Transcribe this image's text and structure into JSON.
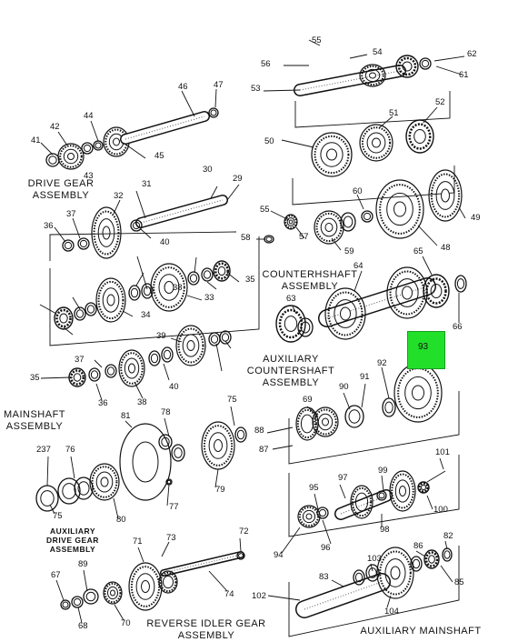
{
  "highlight": {
    "label": "93",
    "color": "#22e02a"
  },
  "captions": {
    "drive_gear": [
      "DRIVE GEAR",
      "ASSEMBLY"
    ],
    "countershaft": [
      "COUNTERHSHAFT",
      "ASSEMBLY"
    ],
    "aux_countershaft": [
      "AUXILIARY",
      "COUNTERSHAFT",
      "ASSEMBLY"
    ],
    "mainshaft": [
      "MAINSHAFT",
      "ASSEMBLY"
    ],
    "aux_drive_gear": [
      "AUXILIARY",
      "DRIVE GEAR",
      "ASSEMBLY"
    ],
    "reverse_idler": [
      "REVERSE IDLER GEAR",
      "ASSEMBLY"
    ],
    "aux_mainshaft": [
      "AUXILIARY MAINSHAFT"
    ]
  },
  "callouts": [
    "41",
    "42",
    "43",
    "44",
    "45",
    "46",
    "47",
    "55",
    "54",
    "56",
    "53",
    "62",
    "61",
    "51",
    "50",
    "52",
    "30",
    "29",
    "31",
    "32",
    "36",
    "37",
    "40",
    "38",
    "33",
    "34",
    "35",
    "39",
    "55",
    "58",
    "57",
    "59",
    "60",
    "48",
    "49",
    "65",
    "64",
    "63",
    "66",
    "37",
    "36",
    "35",
    "40",
    "38",
    "75",
    "81",
    "78",
    "69",
    "90",
    "91",
    "92",
    "93",
    "88",
    "87",
    "237",
    "76",
    "75",
    "80",
    "79",
    "77",
    "95",
    "97",
    "99",
    "101",
    "100",
    "94",
    "96",
    "98",
    "73",
    "72",
    "71",
    "89",
    "67",
    "68",
    "70",
    "74",
    "82",
    "86",
    "103",
    "83",
    "85",
    "102",
    "104"
  ]
}
